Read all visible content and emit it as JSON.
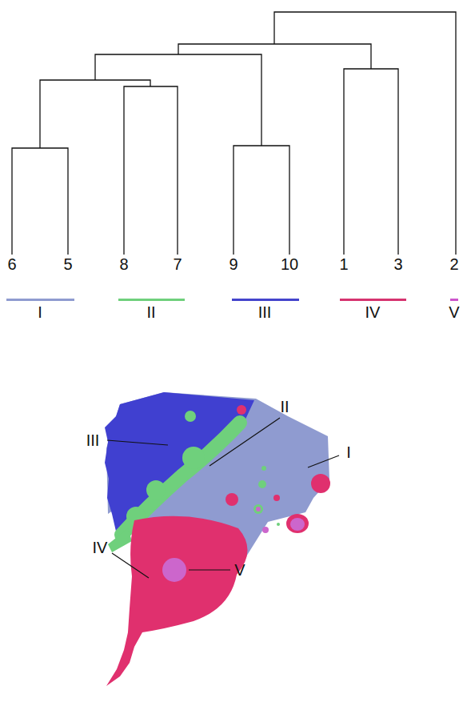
{
  "diagram": {
    "labels": [
      "6",
      "5",
      "8",
      "7",
      "9",
      "10",
      "1",
      "3",
      "2",
      "I",
      "II",
      "III",
      "IV",
      "V",
      "II",
      "III",
      "I",
      "IV",
      "V"
    ]
  }
}
